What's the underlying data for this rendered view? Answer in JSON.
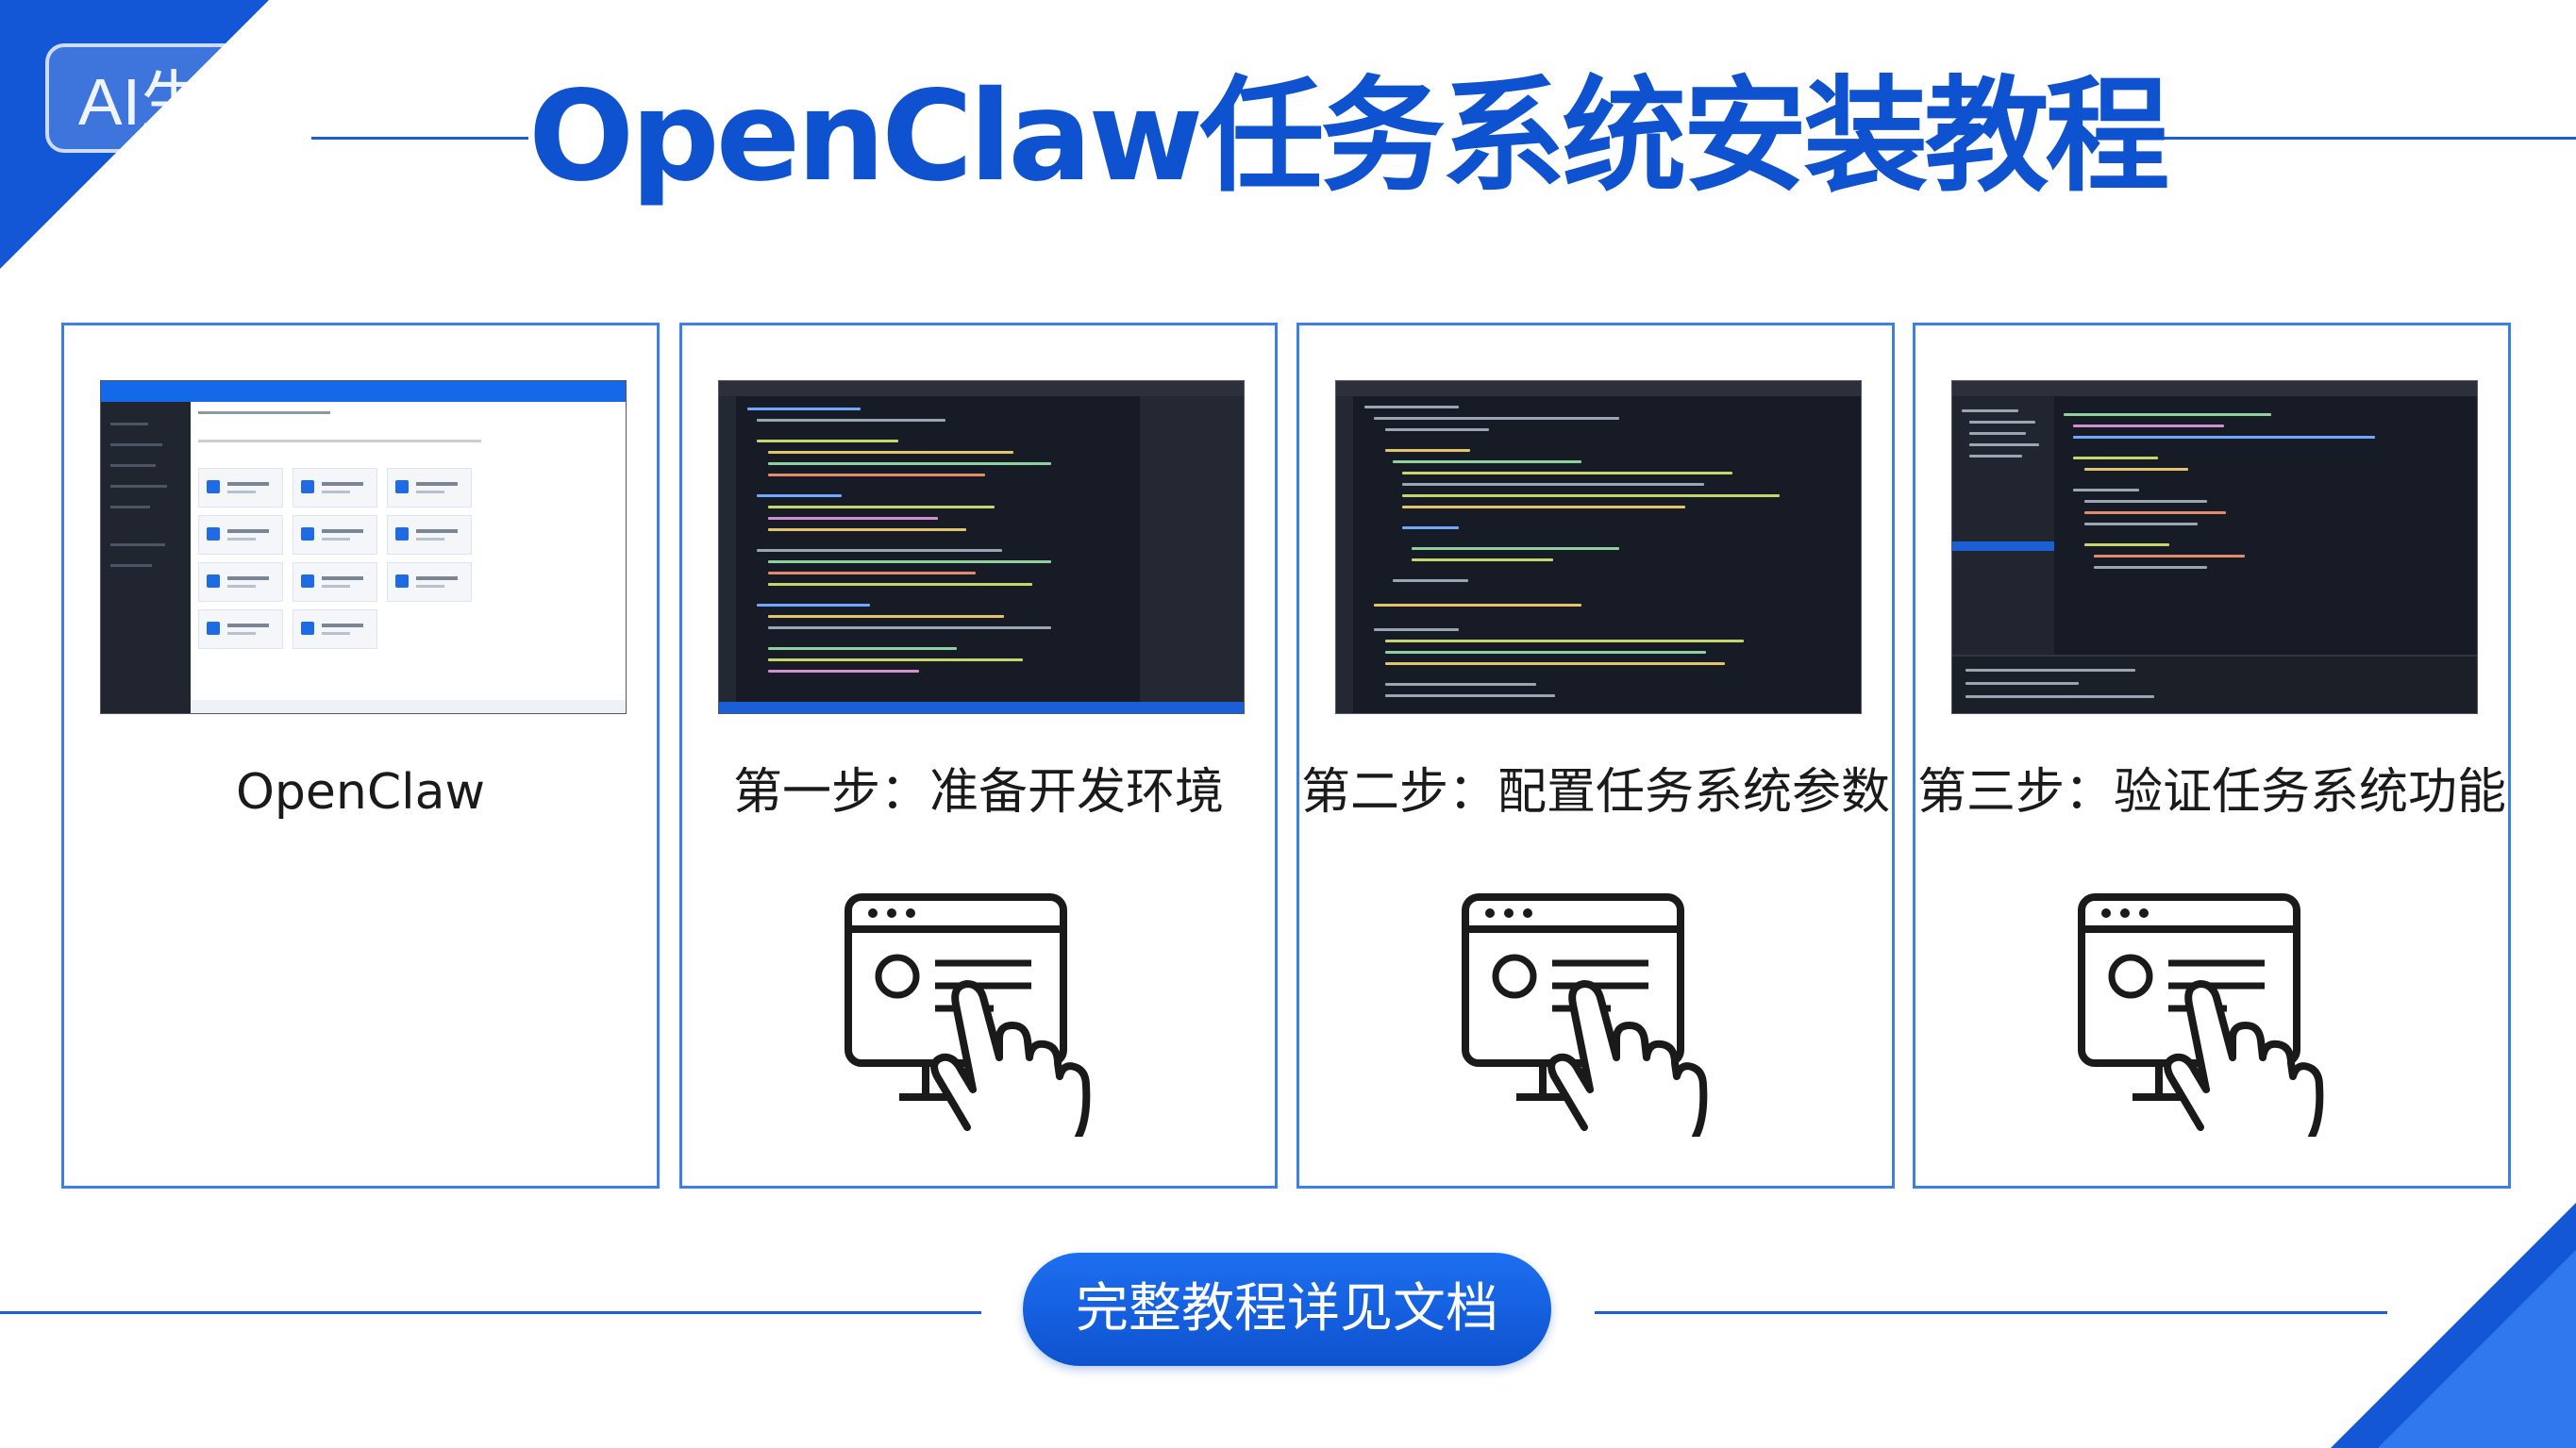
{
  "badge": {
    "label": "AI生成"
  },
  "header": {
    "title": "OpenClaw任务系统安装教程"
  },
  "cards": [
    {
      "caption": "OpenClaw",
      "screenshot": "openclaw-app-screenshot"
    },
    {
      "caption": "第一步：准备开发环境",
      "screenshot": "code-editor-screenshot",
      "icon": "monitor-touch-icon"
    },
    {
      "caption": "第二步：配置任务系统参数",
      "screenshot": "code-editor-screenshot",
      "icon": "monitor-touch-icon"
    },
    {
      "caption": "第三步：验证任务系统功能",
      "screenshot": "code-editor-screenshot",
      "icon": "monitor-touch-icon"
    }
  ],
  "footer": {
    "cta_label": "完整教程详见文档"
  },
  "colors": {
    "accent": "#0e52cf",
    "card_border": "#3c7fe6",
    "corner": "#1457d6"
  }
}
